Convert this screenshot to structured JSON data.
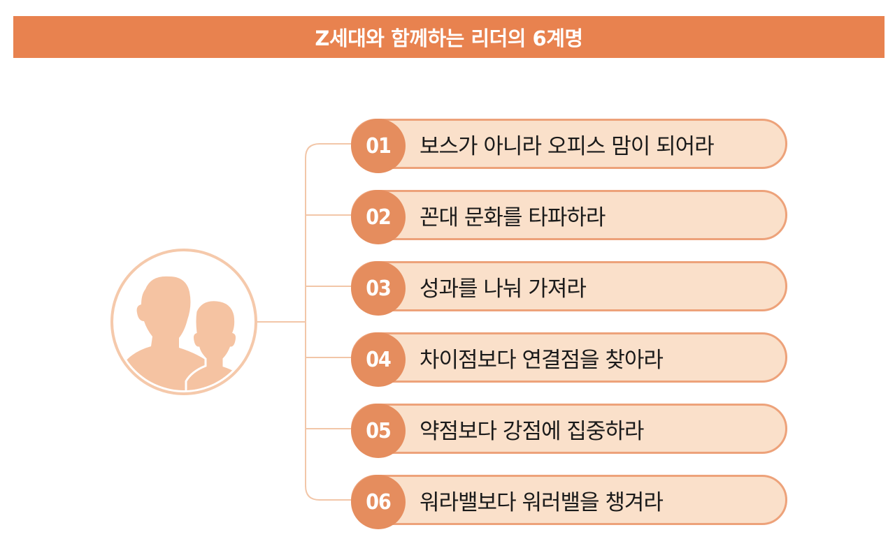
{
  "title": "Z세대와 함께하는 리더의 6계명",
  "colors": {
    "title_bg": "#e8824f",
    "item_bg": "#fae0ca",
    "item_border": "#eda27a",
    "badge_bg": "#e58d5e",
    "connector": "#f2c6a8",
    "silhouette": "#f5c3a2"
  },
  "avatar_icon": "two-people-silhouette-icon",
  "items": [
    {
      "number": "01",
      "text": "보스가 아니라 오피스 맘이 되어라"
    },
    {
      "number": "02",
      "text": "꼰대 문화를 타파하라"
    },
    {
      "number": "03",
      "text": "성과를 나눠 가져라"
    },
    {
      "number": "04",
      "text": "차이점보다 연결점을 찾아라"
    },
    {
      "number": "05",
      "text": "약점보다 강점에 집중하라"
    },
    {
      "number": "06",
      "text": "워라밸보다 워러밸을 챙겨라"
    }
  ]
}
